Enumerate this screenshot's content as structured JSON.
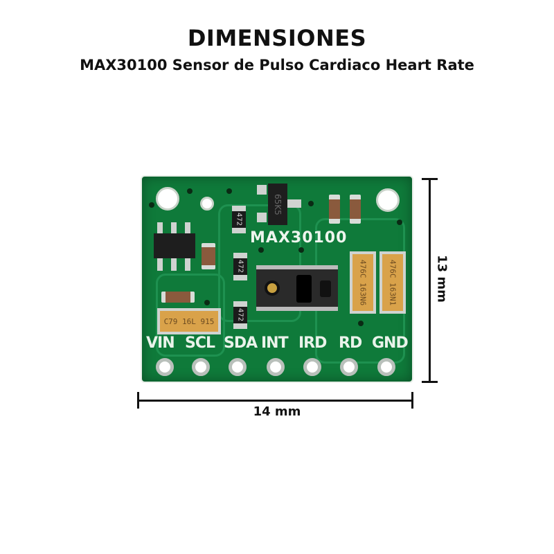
{
  "header": {
    "title": "DIMENSIONES",
    "subtitle": "MAX30100 Sensor de Pulso Cardiaco Heart Rate"
  },
  "board": {
    "silkscreen_label": "MAX30100",
    "transistor_marking": "65K5",
    "resistor_marking": "472",
    "tantalum_caps": [
      "476C 163N6",
      "476C 163N1",
      "C79 16L 915"
    ],
    "pins": [
      "VIN",
      "SCL",
      "SDA",
      "INT",
      "IRD",
      "RD",
      "GND"
    ],
    "color": "#0f7a3a"
  },
  "dimensions": {
    "height": "13 mm",
    "width": "14 mm"
  }
}
